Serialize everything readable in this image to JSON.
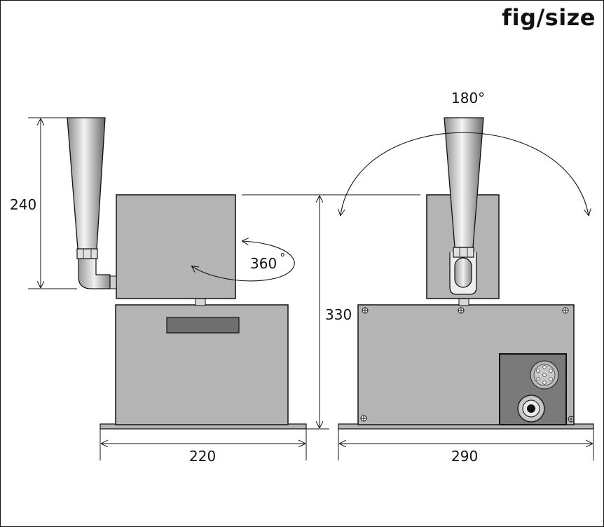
{
  "title": "fig/size",
  "dimensions": {
    "side_height_horn": "240",
    "rotation_base": "360",
    "rotation_base_unit": "°",
    "overall_height": "330",
    "side_width": "220",
    "front_width": "290",
    "tilt_arc": "180°"
  },
  "colors": {
    "box_fill": "#b4b4b4",
    "panel_fill": "#7a7a7a",
    "slot_fill": "#707070",
    "line": "#111111"
  }
}
